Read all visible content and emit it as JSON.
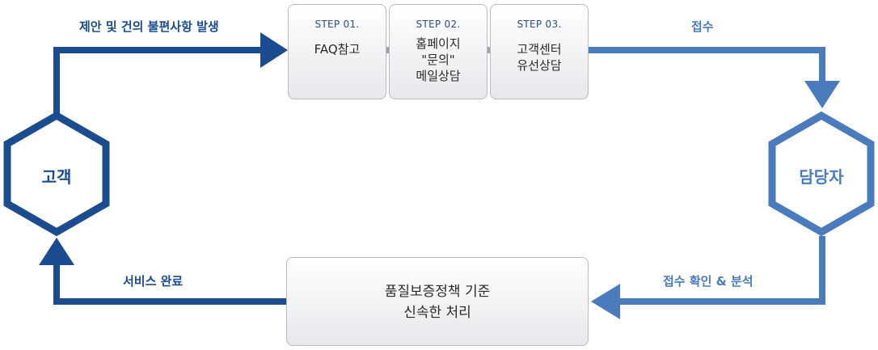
{
  "nodes": {
    "customer": {
      "label": "고객",
      "color": "#1b4c8f"
    },
    "manager": {
      "label": "담당자",
      "color": "#4a7bbd"
    }
  },
  "edges": {
    "top_left": {
      "label": "제안 및 건의 불편사항 발생",
      "color": "#1b4c8f"
    },
    "top_right": {
      "label": "접수",
      "color": "#4a7bbd"
    },
    "bottom_right": {
      "label": "접수 확인 & 분석",
      "color": "#4a7bbd"
    },
    "bottom_left": {
      "label": "서비스 완료",
      "color": "#1b4c8f"
    }
  },
  "steps": [
    {
      "step": "STEP 01.",
      "text": "FAQ참고"
    },
    {
      "step": "STEP 02.",
      "text": "홈페이지\n\"문의\"\n메일상담"
    },
    {
      "step": "STEP 03.",
      "text": "고객센터\n유선상담"
    }
  ],
  "process": {
    "text": "품질보증정책 기준\n신속한 처리"
  }
}
